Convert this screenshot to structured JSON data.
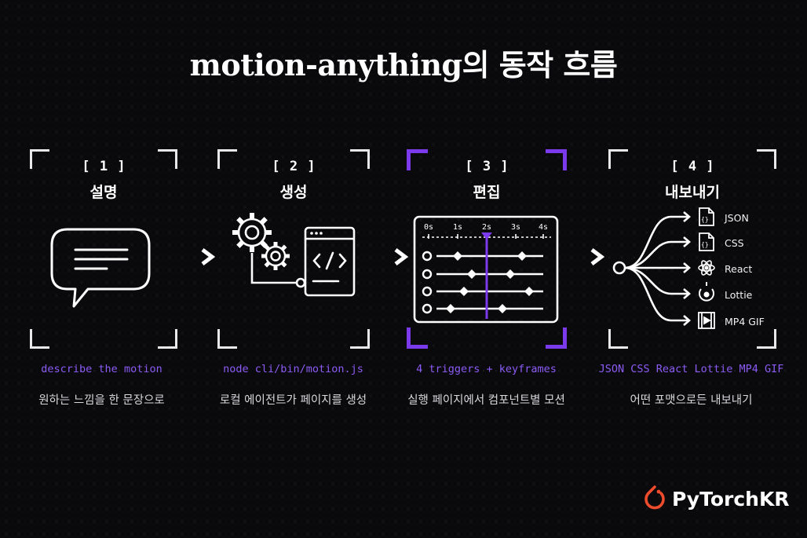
{
  "title": "motion-anything의 동작 흐름",
  "steps": [
    {
      "num": "[ 1 ]",
      "name": "설명",
      "caption": "describe the motion",
      "desc": "원하는 느낌을 한 문장으로"
    },
    {
      "num": "[ 2 ]",
      "name": "생성",
      "caption": "node cli/bin/motion.js",
      "desc": "로컬 에이전트가 페이지를 생성"
    },
    {
      "num": "[ 3 ]",
      "name": "편집",
      "caption": "4 triggers + keyframes",
      "desc": "실행 페이지에서 컴포넌트별 모션"
    },
    {
      "num": "[ 4 ]",
      "name": "내보내기",
      "caption": "JSON CSS React Lottie MP4 GIF",
      "desc": "어떤 포맷으로든 내보내기"
    }
  ],
  "timeline": {
    "ticks": [
      "0s",
      "1s",
      "2s",
      "3s",
      "4s"
    ]
  },
  "formats": [
    "JSON",
    "CSS",
    "React",
    "Lottie",
    "MP4 GIF"
  ],
  "icons": [
    "chat-bubble-icon",
    "gears-icon",
    "code-window-icon",
    "timeline-editor-icon",
    "export-tree-icon",
    "json-file-icon",
    "css-file-icon",
    "react-icon",
    "lottie-icon",
    "video-icon",
    "pytorch-flame-icon",
    "arrow-right-icon"
  ],
  "colors": {
    "accent": "#7c3aed",
    "caption": "#8b5cf6",
    "background": "#0a090b",
    "brand": "#ee4c2c"
  },
  "brand": "PyTorchKR"
}
